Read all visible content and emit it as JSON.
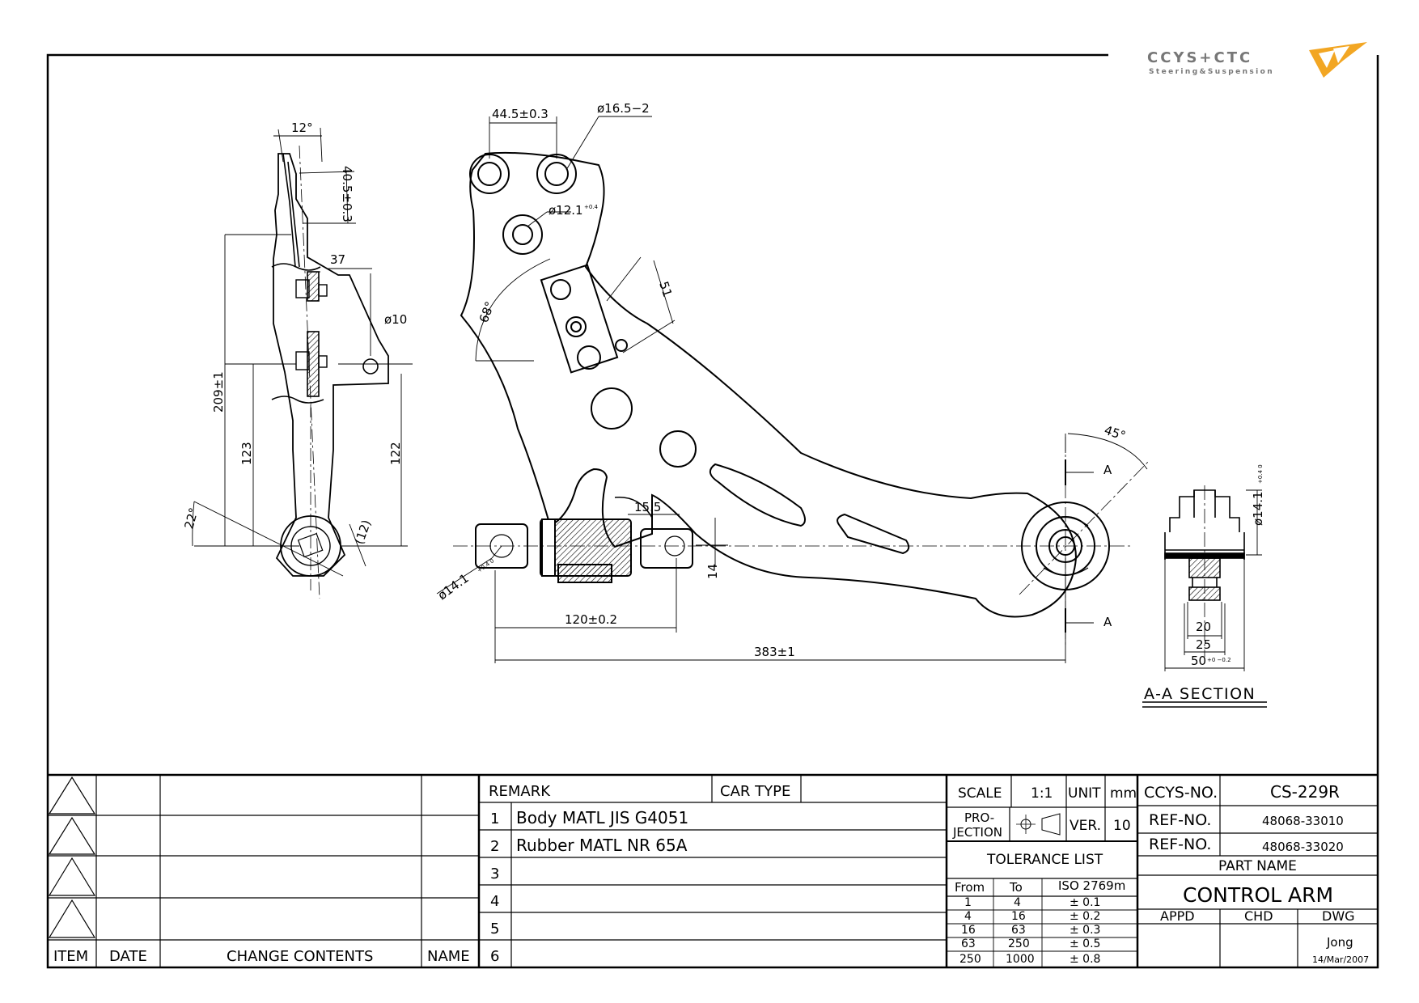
{
  "logo": {
    "name": "CCYS+CTC",
    "tagline": "Steering&Suspension"
  },
  "dims": {
    "angle_12": "12°",
    "d_40_5": "40.5±0.3",
    "d_37": "37",
    "d_phi10": "ø10",
    "d_209": "209±1",
    "d_123": "123",
    "d_122": "122",
    "angle_22": "22°",
    "d_12": "(12)",
    "d_44_5": "44.5±0.3",
    "d_phi16_5": "ø16.5−2",
    "d_phi12_1": "ø12.1",
    "d_phi12_1_tol": "+0.4",
    "d_51": "51",
    "angle_68": "68°",
    "angle_45": "45°",
    "d_15_5": "15.5",
    "d_phi14_1": "ø14.1",
    "d_phi14_1_tol": "+0.4 0",
    "d_14": "14",
    "d_120": "120±0.2",
    "d_383": "383±1",
    "section_mark": "A",
    "sec_phi14_1": "ø14.1",
    "sec_phi14_1_tol": "+0.4 0",
    "sec_20": "20",
    "sec_25": "25",
    "sec_50": "50",
    "sec_50_tol": "+0 −0.2",
    "section_title": "A-A SECTION"
  },
  "titleblock": {
    "change_headers": {
      "item": "ITEM",
      "date": "DATE",
      "contents": "CHANGE CONTENTS",
      "name": "NAME"
    },
    "remark_label": "REMARK",
    "car_type_label": "CAR TYPE",
    "car_type_value": "",
    "remarks": [
      {
        "no": "1",
        "text": "Body MATL JIS G4051"
      },
      {
        "no": "2",
        "text": "Rubber MATL NR 65A"
      },
      {
        "no": "3",
        "text": ""
      },
      {
        "no": "4",
        "text": ""
      },
      {
        "no": "5",
        "text": ""
      },
      {
        "no": "6",
        "text": ""
      }
    ],
    "scale_label": "SCALE",
    "scale_value": "1:1",
    "unit_label": "UNIT",
    "unit_value": "mm",
    "projection_label": "PRO-\nJECTION",
    "projection_l1": "PRO-",
    "projection_l2": "JECTION",
    "ver_label": "VER.",
    "ver_value": "10",
    "tolerance_title": "TOLERANCE LIST",
    "tol_headers": {
      "from": "From",
      "to": "To",
      "iso": "ISO 2769m"
    },
    "tolerances": [
      {
        "from": "1",
        "to": "4",
        "tol": "± 0.1"
      },
      {
        "from": "4",
        "to": "16",
        "tol": "± 0.2"
      },
      {
        "from": "16",
        "to": "63",
        "tol": "± 0.3"
      },
      {
        "from": "63",
        "to": "250",
        "tol": "± 0.5"
      },
      {
        "from": "250",
        "to": "1000",
        "tol": "± 0.8"
      }
    ],
    "ccys_no_label": "CCYS-NO.",
    "ccys_no_value": "CS-229R",
    "ref1_label": "REF-NO.",
    "ref1_value": "48068-33010",
    "ref2_label": "REF-NO.",
    "ref2_value": "48068-33020",
    "part_name_label": "PART NAME",
    "part_name_value": "CONTROL ARM",
    "appd_label": "APPD",
    "chd_label": "CHD",
    "dwg_label": "DWG",
    "dwg_name": "Jong",
    "dwg_date": "14/Mar/2007"
  }
}
